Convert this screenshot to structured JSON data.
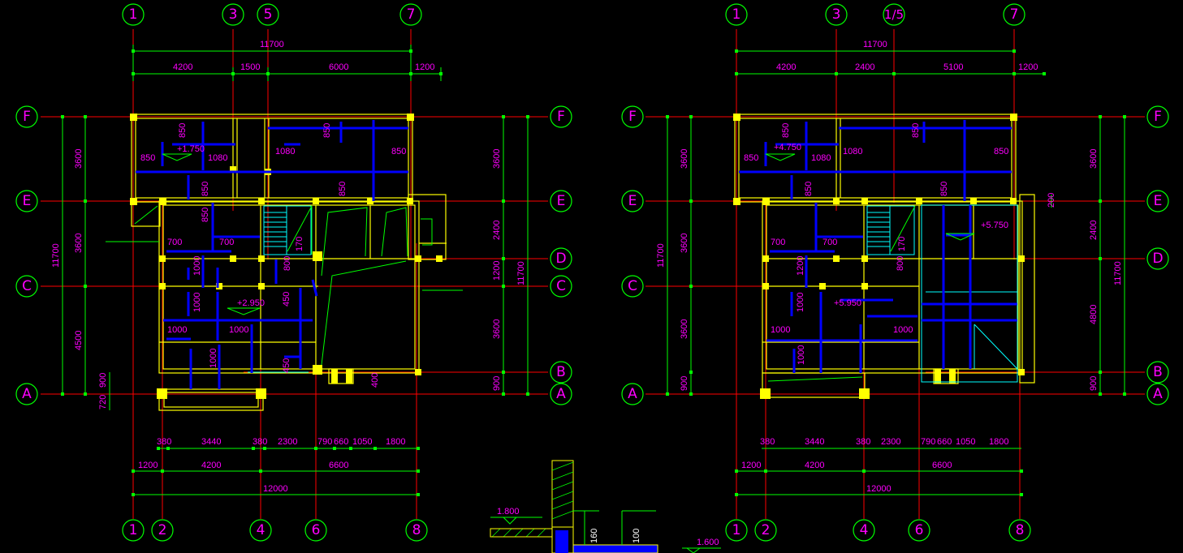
{
  "drawing": {
    "background": "#000000",
    "colors": {
      "axis_bubble": "#00ff00",
      "axis_label": "#ff00ff",
      "axis_line": "#ff0000",
      "dimension_line": "#00ff00",
      "dimension_text": "#ff00ff",
      "wall": "#ffff00",
      "column": "#ffff00",
      "beam": "#0000ff",
      "stair": "#00ffff"
    }
  },
  "plan_left": {
    "top_axes": [
      "1",
      "3",
      "5",
      "7"
    ],
    "bottom_axes": [
      "1",
      "2",
      "4",
      "6",
      "8"
    ],
    "left_axes": [
      "F",
      "E",
      "C",
      "A"
    ],
    "right_axes": [
      "F",
      "E",
      "D",
      "C",
      "B",
      "A"
    ],
    "top_overall": "11700",
    "top_dims": [
      "4200",
      "1500",
      "6000",
      "1200"
    ],
    "left_overall": "11700",
    "left_dims": [
      "3600",
      "3600",
      "4500"
    ],
    "left_small": [
      "900",
      "720"
    ],
    "right_overall": "11700",
    "right_dims": [
      "3600",
      "2400",
      "1200",
      "3600",
      "900"
    ],
    "bottom_row1": [
      "380",
      "3440",
      "380",
      "2300",
      "790",
      "660",
      "1050",
      "1800"
    ],
    "bottom_row2": [
      "1200",
      "4200",
      "6600"
    ],
    "bottom_overall": "12000",
    "beam_labels": [
      "850",
      "850",
      "850",
      "1080",
      "1080",
      "850",
      "850",
      "850",
      "850",
      "700",
      "700",
      "1000",
      "1000",
      "1000",
      "1000",
      "1000",
      "800",
      "170",
      "450",
      "450",
      "400"
    ],
    "levels": [
      "+1.750",
      "+2.950"
    ]
  },
  "plan_right": {
    "top_axes": [
      "1",
      "3",
      "1/5",
      "7"
    ],
    "bottom_axes": [
      "1",
      "2",
      "4",
      "6",
      "8"
    ],
    "left_axes": [
      "F",
      "E",
      "C",
      "A"
    ],
    "right_axes": [
      "F",
      "E",
      "D",
      "B",
      "A"
    ],
    "top_overall": "11700",
    "top_dims": [
      "4200",
      "2400",
      "5100",
      "1200"
    ],
    "left_overall": "11700",
    "left_dims": [
      "3600",
      "3600",
      "3600",
      "900"
    ],
    "right_overall": "11700",
    "right_dims": [
      "3600",
      "2400",
      "4800",
      "900"
    ],
    "right_small": "200",
    "bottom_row1": [
      "380",
      "3440",
      "380",
      "2300",
      "790",
      "660",
      "1050",
      "1800"
    ],
    "bottom_row2": [
      "1200",
      "4200",
      "6600"
    ],
    "bottom_overall": "12000",
    "beam_labels": [
      "850",
      "850",
      "850",
      "1080",
      "1080",
      "850",
      "850",
      "850",
      "700",
      "700",
      "1200",
      "1000",
      "1000",
      "1000",
      "1000",
      "800",
      "170"
    ],
    "levels": [
      "+4.750",
      "+5.950",
      "+5.750"
    ]
  },
  "detail": {
    "levels": [
      "1.800",
      "1.600"
    ],
    "dims": [
      "160",
      "100"
    ]
  }
}
